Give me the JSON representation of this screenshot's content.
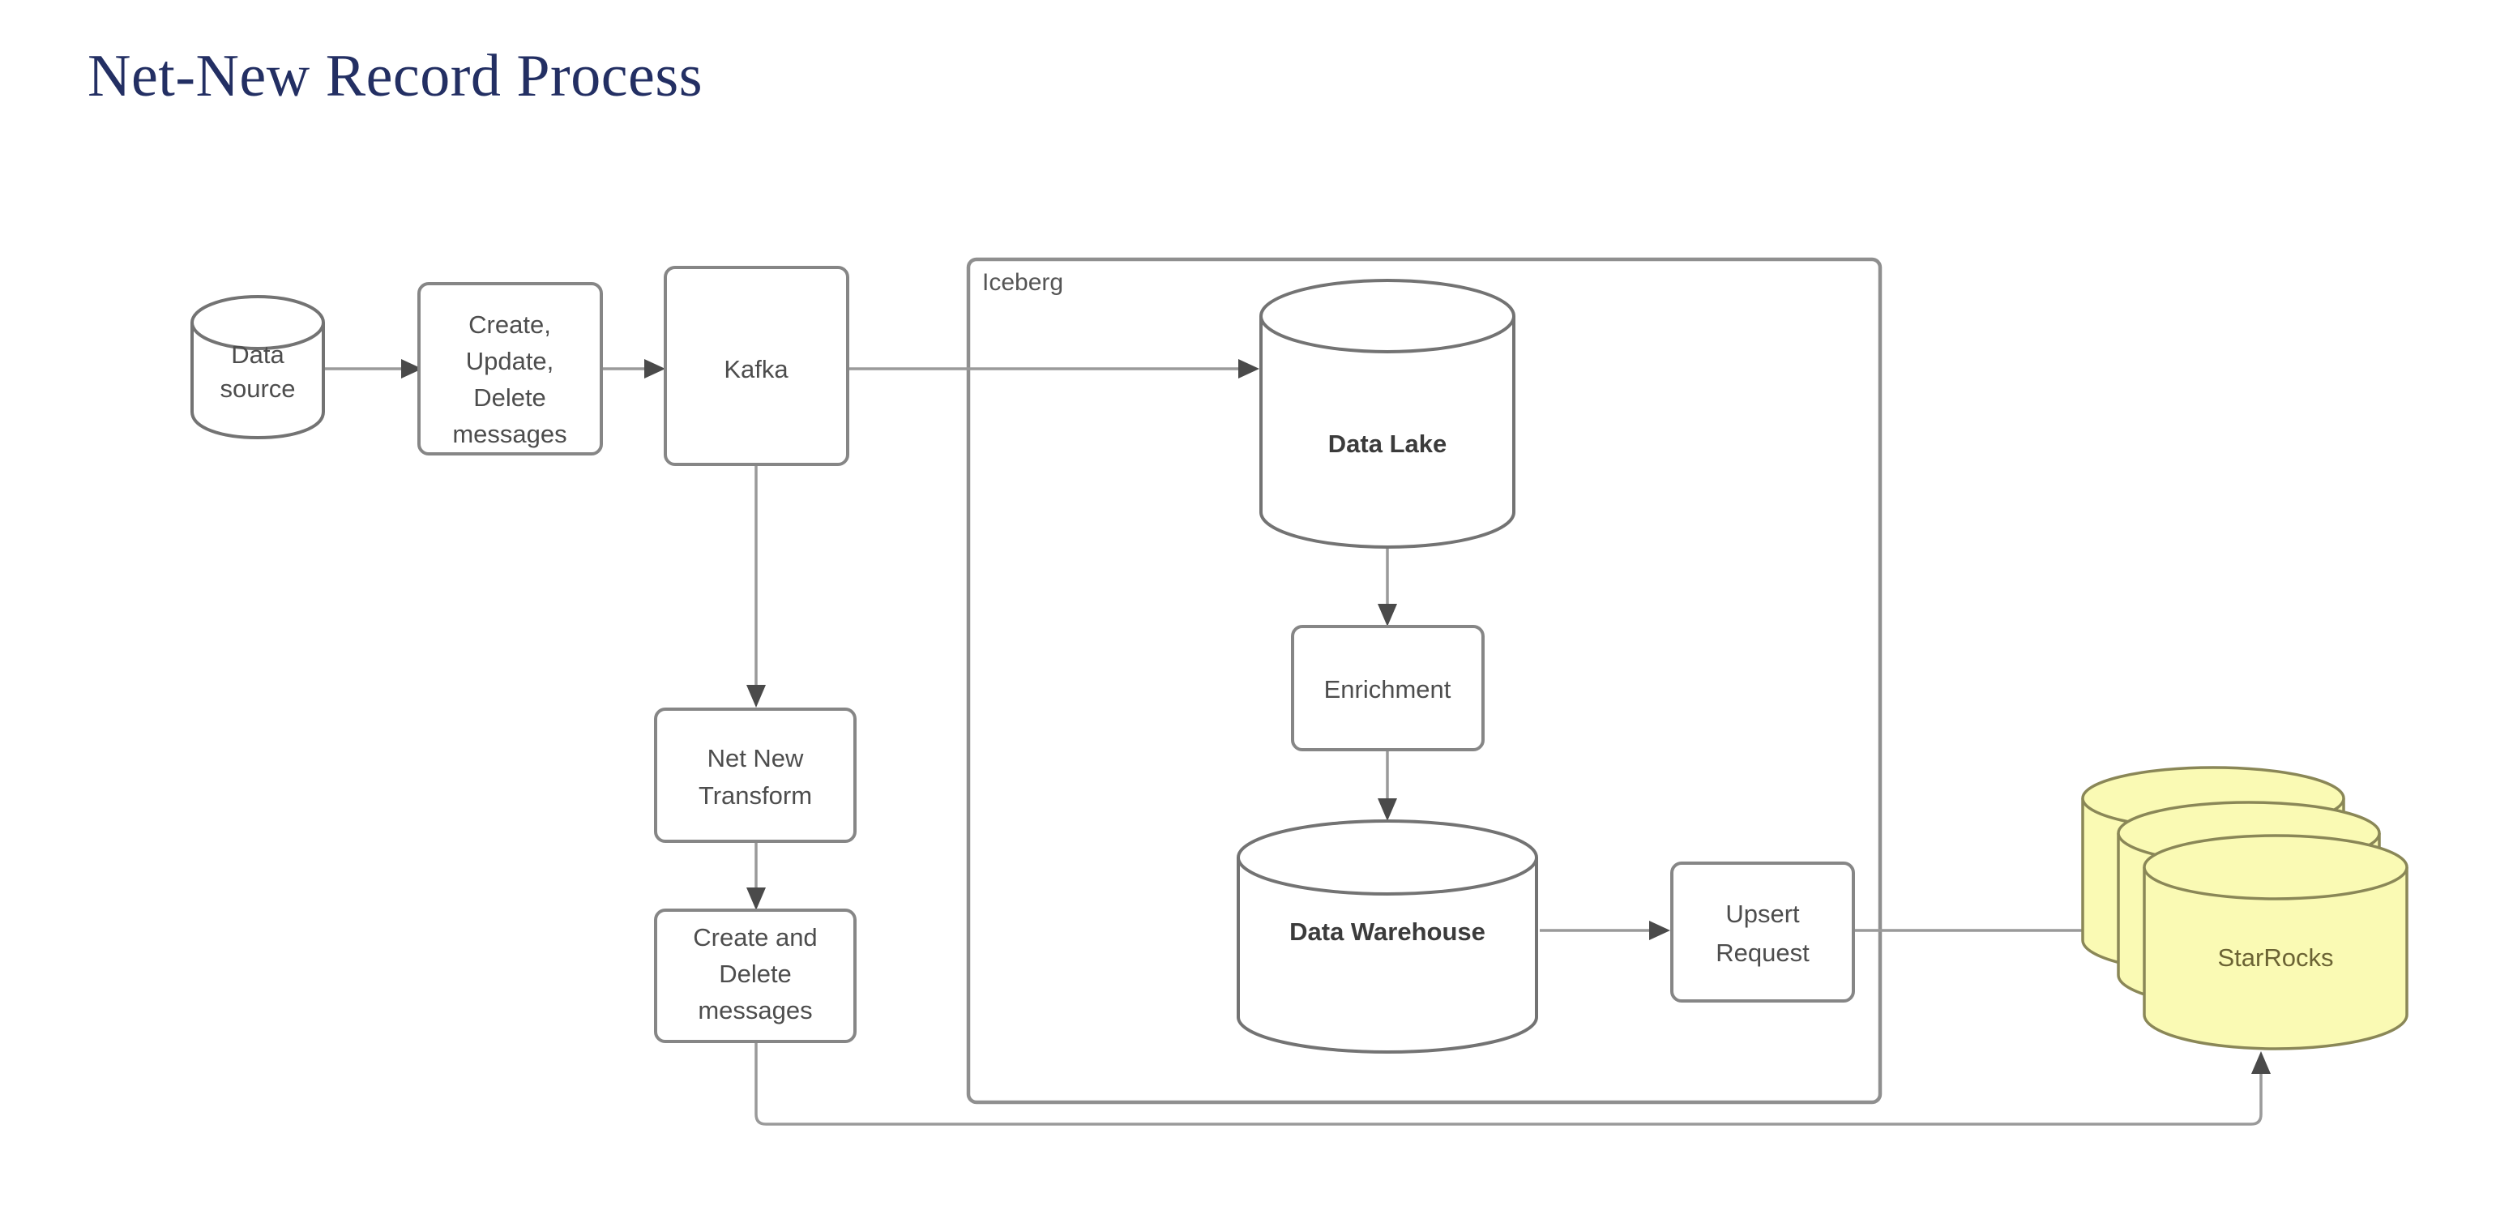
{
  "slide": {
    "title": "Net-New Record Process",
    "title_color": "#232f63",
    "background": "#ffffff"
  },
  "diagram": {
    "type": "flowchart",
    "container": {
      "name": "iceberg-container",
      "label": "Iceberg",
      "stroke_color": "#8f8f8f"
    },
    "nodes": [
      {
        "id": "data-source",
        "label": "Data source",
        "shape": "cylinder",
        "bold": false,
        "fill": "#ffffff"
      },
      {
        "id": "cud-messages",
        "label": "Create, Update, Delete messages",
        "shape": "rounded-rect",
        "bold": false,
        "fill": "#ffffff"
      },
      {
        "id": "kafka",
        "label": "Kafka",
        "shape": "rounded-rect",
        "bold": false,
        "fill": "#ffffff"
      },
      {
        "id": "data-lake",
        "label": "Data Lake",
        "shape": "cylinder",
        "bold": true,
        "fill": "#ffffff"
      },
      {
        "id": "enrichment",
        "label": "Enrichment",
        "shape": "rounded-rect",
        "bold": false,
        "fill": "#ffffff"
      },
      {
        "id": "data-warehouse",
        "label": "Data Warehouse",
        "shape": "cylinder",
        "bold": true,
        "fill": "#ffffff"
      },
      {
        "id": "upsert-request",
        "label": "Upsert Request",
        "shape": "rounded-rect",
        "bold": false,
        "fill": "#ffffff"
      },
      {
        "id": "starrocks",
        "label": "StarRocks",
        "shape": "stacked-cylinder",
        "bold": false,
        "fill": "#fafab4"
      },
      {
        "id": "net-new-transform",
        "label": "Net New Transform",
        "shape": "rounded-rect",
        "bold": false,
        "fill": "#ffffff"
      },
      {
        "id": "create-delete-messages",
        "label": "Create and Delete messages",
        "shape": "rounded-rect",
        "bold": false,
        "fill": "#ffffff"
      }
    ],
    "node_label_lines": {
      "data-source": [
        "Data",
        "source"
      ],
      "cud-messages": [
        "Create,",
        "Update,",
        "Delete",
        "messages"
      ],
      "kafka": [
        "Kafka"
      ],
      "data-lake": [
        "Data Lake"
      ],
      "enrichment": [
        "Enrichment"
      ],
      "data-warehouse": [
        "Data Warehouse"
      ],
      "upsert-request": [
        "Upsert",
        "Request"
      ],
      "starrocks": [
        "StarRocks"
      ],
      "net-new-transform": [
        "Net New",
        "Transform"
      ],
      "create-delete-messages": [
        "Create and",
        "Delete",
        "messages"
      ]
    },
    "edges": [
      {
        "from": "data-source",
        "to": "cud-messages",
        "style": "solid",
        "arrow": true
      },
      {
        "from": "cud-messages",
        "to": "kafka",
        "style": "solid",
        "arrow": true
      },
      {
        "from": "kafka",
        "to": "data-lake",
        "style": "solid",
        "arrow": true
      },
      {
        "from": "kafka",
        "to": "net-new-transform",
        "style": "solid",
        "arrow": true
      },
      {
        "from": "data-lake",
        "to": "enrichment",
        "style": "solid",
        "arrow": true
      },
      {
        "from": "enrichment",
        "to": "data-warehouse",
        "style": "solid",
        "arrow": true
      },
      {
        "from": "data-warehouse",
        "to": "upsert-request",
        "style": "solid",
        "arrow": true
      },
      {
        "from": "upsert-request",
        "to": "starrocks",
        "style": "solid",
        "arrow": true
      },
      {
        "from": "net-new-transform",
        "to": "create-delete-messages",
        "style": "solid",
        "arrow": true
      },
      {
        "from": "create-delete-messages",
        "to": "starrocks",
        "style": "solid",
        "arrow": true
      }
    ]
  }
}
